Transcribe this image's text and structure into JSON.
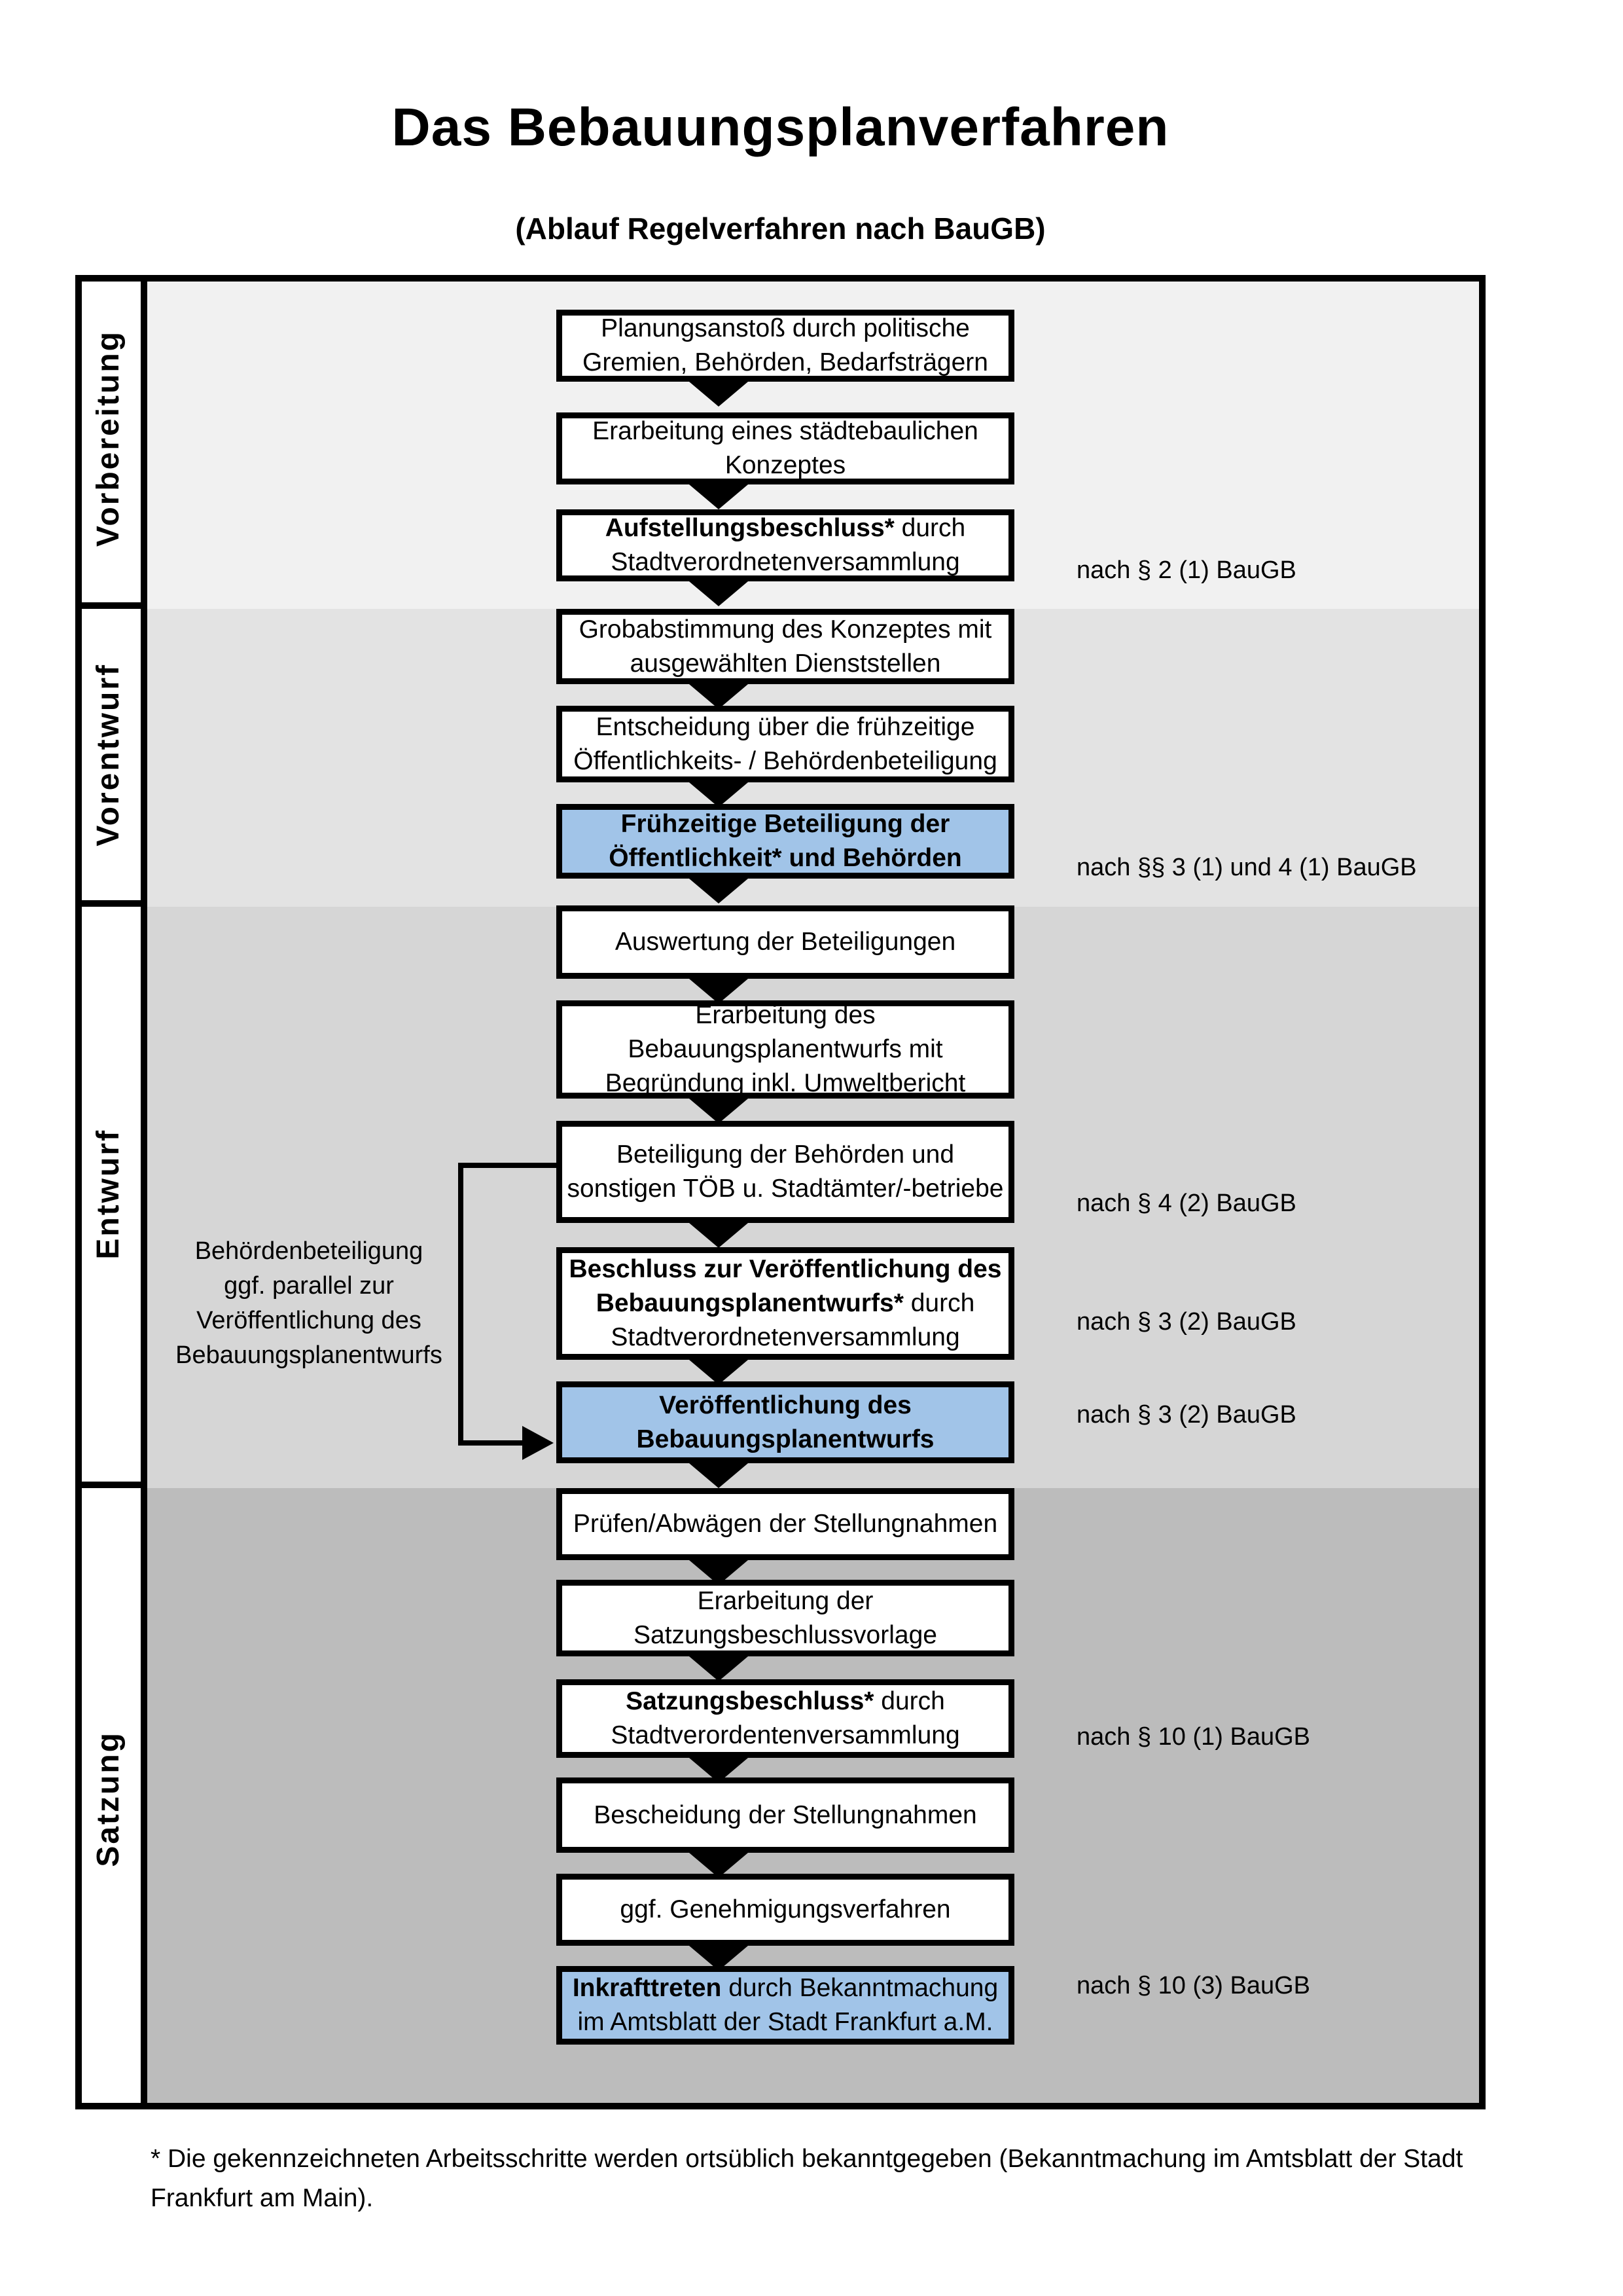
{
  "header": {
    "title": "Das Bebauungsplanverfahren",
    "subtitle": "(Ablauf Regelverfahren nach BauGB)"
  },
  "colors": {
    "band_vorbereitung": "#f1f1f1",
    "band_vorentwurf": "#e3e3e3",
    "band_entwurf": "#d6d6d6",
    "band_satzung": "#bcbcbc",
    "highlight_box": "#a1c4e8",
    "line": "#000000"
  },
  "phases": [
    {
      "label": "Vorbereitung"
    },
    {
      "label": "Vorentwurf"
    },
    {
      "label": "Entwurf"
    },
    {
      "label": "Satzung"
    }
  ],
  "steps": [
    {
      "lines": [
        {
          "b": "",
          "t": "Planungsanstoß durch politische"
        },
        {
          "b": "",
          "t": "Gremien, Behörden, Bedarfsträgern"
        }
      ]
    },
    {
      "lines": [
        {
          "b": "",
          "t": "Erarbeitung eines städtebaulichen"
        },
        {
          "b": "",
          "t": "Konzeptes"
        }
      ]
    },
    {
      "lines": [
        {
          "b": "Aufstellungsbeschluss*",
          "t": " durch"
        },
        {
          "b": "",
          "t": "Stadtverordnetenversammlung"
        }
      ]
    },
    {
      "lines": [
        {
          "b": "",
          "t": "Grobabstimmung des Konzeptes mit"
        },
        {
          "b": "",
          "t": "ausgewählten Dienststellen"
        }
      ]
    },
    {
      "lines": [
        {
          "b": "",
          "t": "Entscheidung über die frühzeitige"
        },
        {
          "b": "",
          "t": "Öffentlichkeits- / Behördenbeteiligung"
        }
      ]
    },
    {
      "lines": [
        {
          "b": "Frühzeitige Beteiligung der",
          "t": ""
        },
        {
          "b": "Öffentlichkeit* und Behörden",
          "t": ""
        }
      ]
    },
    {
      "lines": [
        {
          "b": "",
          "t": "Auswertung der Beteiligungen"
        }
      ]
    },
    {
      "lines": [
        {
          "b": "",
          "t": "Erarbeitung des"
        },
        {
          "b": "",
          "t": "Bebauungsplanentwurfs mit"
        },
        {
          "b": "",
          "t": "Begründung inkl. Umweltbericht"
        }
      ]
    },
    {
      "lines": [
        {
          "b": "",
          "t": "Beteiligung der Behörden und"
        },
        {
          "b": "",
          "t": "sonstigen TÖB u. Stadtämter/-betriebe"
        }
      ]
    },
    {
      "lines": [
        {
          "b": "Beschluss zur Veröffentlichung des",
          "t": ""
        },
        {
          "b": "Bebauungsplanentwurfs*",
          "t": " durch"
        },
        {
          "b": "",
          "t": "Stadtverordnetenversammlung"
        }
      ]
    },
    {
      "lines": [
        {
          "b": "Veröffentlichung des",
          "t": ""
        },
        {
          "b": "Bebauungsplanentwurfs",
          "t": ""
        }
      ]
    },
    {
      "lines": [
        {
          "b": "",
          "t": "Prüfen/Abwägen der Stellungnahmen"
        }
      ]
    },
    {
      "lines": [
        {
          "b": "",
          "t": "Erarbeitung der"
        },
        {
          "b": "",
          "t": "Satzungsbeschlussvorlage"
        }
      ]
    },
    {
      "lines": [
        {
          "b": "Satzungsbeschluss*",
          "t": " durch"
        },
        {
          "b": "",
          "t": "Stadtverordentenversammlung"
        }
      ]
    },
    {
      "lines": [
        {
          "b": "",
          "t": "Bescheidung der Stellungnahmen"
        }
      ]
    },
    {
      "lines": [
        {
          "b": "",
          "t": "ggf. Genehmigungsverfahren"
        }
      ]
    },
    {
      "lines": [
        {
          "b": "Inkrafttreten",
          "t": " durch Bekanntmachung"
        },
        {
          "b": "",
          "t": "im Amtsblatt der Stadt Frankfurt a.M."
        }
      ]
    }
  ],
  "refs": [
    {
      "text": "nach § 2 (1) BauGB"
    },
    {
      "text": "nach §§ 3 (1) und 4 (1) BauGB"
    },
    {
      "text": "nach § 4 (2) BauGB"
    },
    {
      "text": "nach § 3 (2) BauGB"
    },
    {
      "text": "nach § 3 (2) BauGB"
    },
    {
      "text": "nach § 10 (1) BauGB"
    },
    {
      "text": "nach § 10 (3) BauGB"
    }
  ],
  "side_note": {
    "lines": [
      "Behördenbeteiligung",
      "ggf. parallel zur",
      "Veröffentlichung des",
      "Bebauungsplanentwurfs"
    ]
  },
  "footnote": {
    "lines": [
      "* Die gekennzeichneten Arbeitsschritte werden ortsüblich bekanntgegeben (Bekanntmachung im Amtsblatt  der Stadt",
      "Frankfurt am Main)."
    ]
  }
}
